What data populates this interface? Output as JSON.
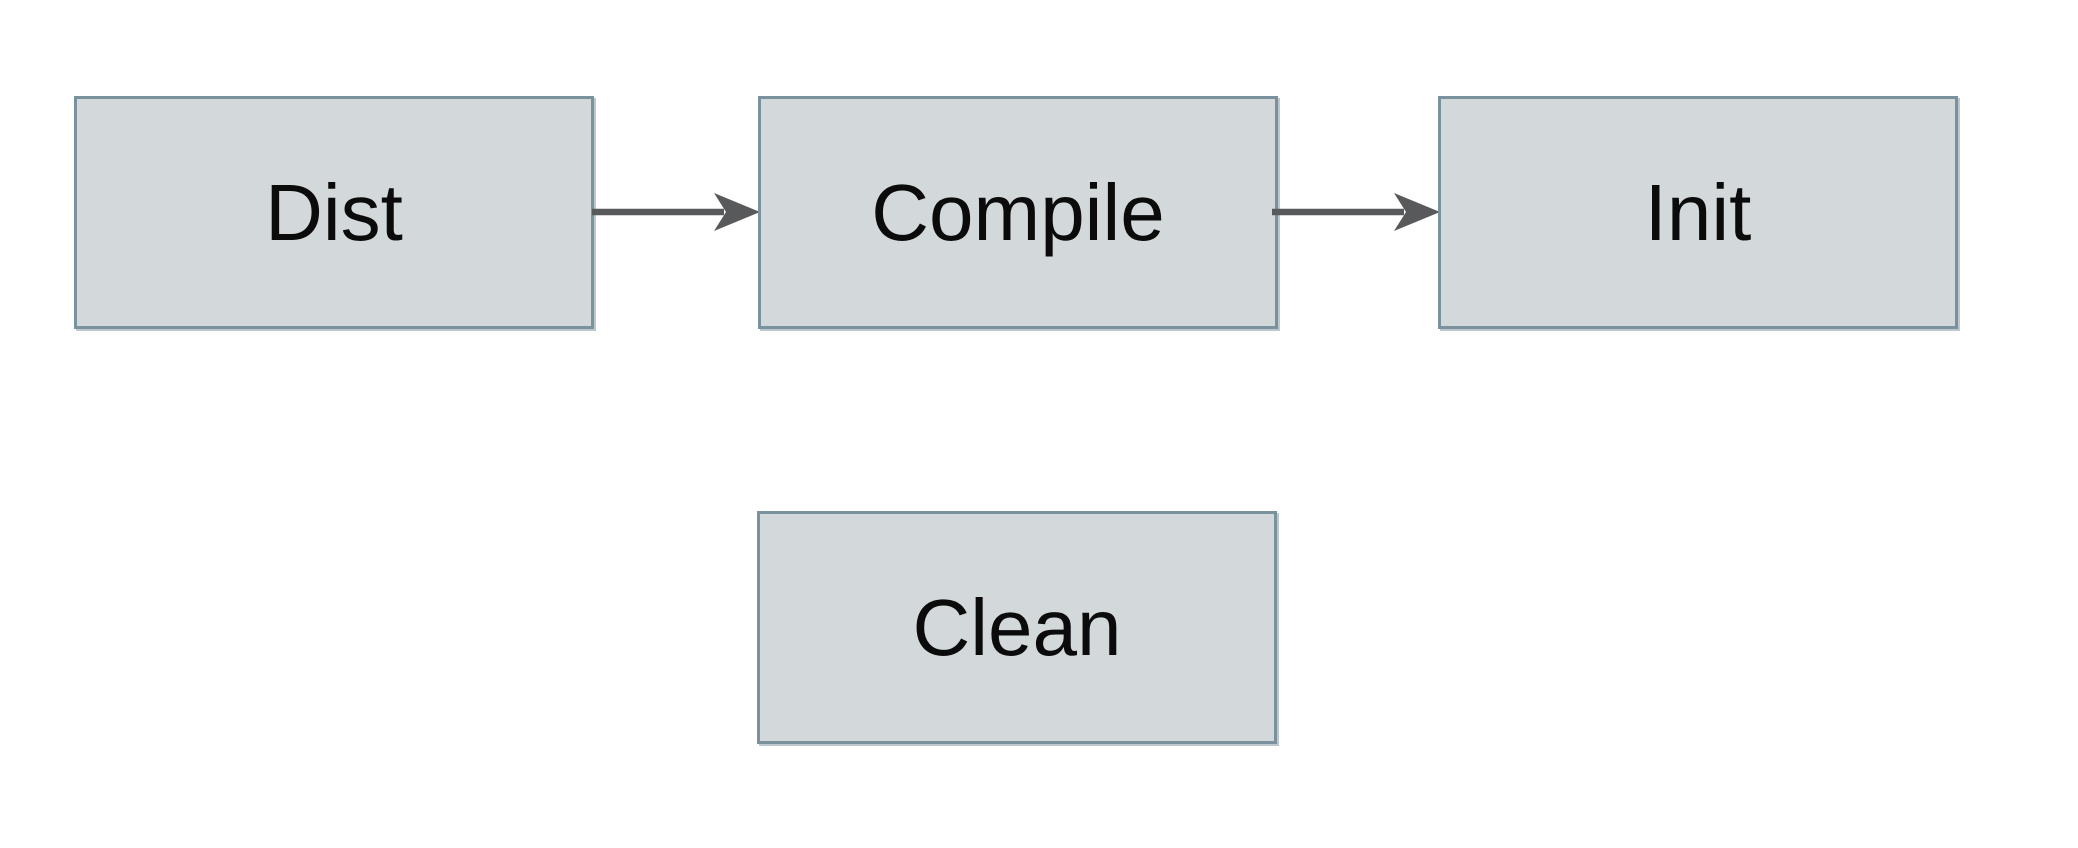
{
  "diagram": {
    "type": "flowchart",
    "nodes": [
      {
        "id": "dist",
        "label": "Dist"
      },
      {
        "id": "compile",
        "label": "Compile"
      },
      {
        "id": "init",
        "label": "Init"
      },
      {
        "id": "clean",
        "label": "Clean"
      }
    ],
    "edges": [
      {
        "from": "Dist",
        "to": "Compile",
        "style": "solid-right-arrow"
      },
      {
        "from": "Compile",
        "to": "Init",
        "style": "solid-right-arrow"
      }
    ],
    "colors": {
      "background": "#ffffff",
      "node_fill": "#d3d9db",
      "node_border": "#7a929e",
      "node_shadow": "#bcc8cd",
      "arrow": "#58595b",
      "text": "#0b0b0b"
    }
  }
}
